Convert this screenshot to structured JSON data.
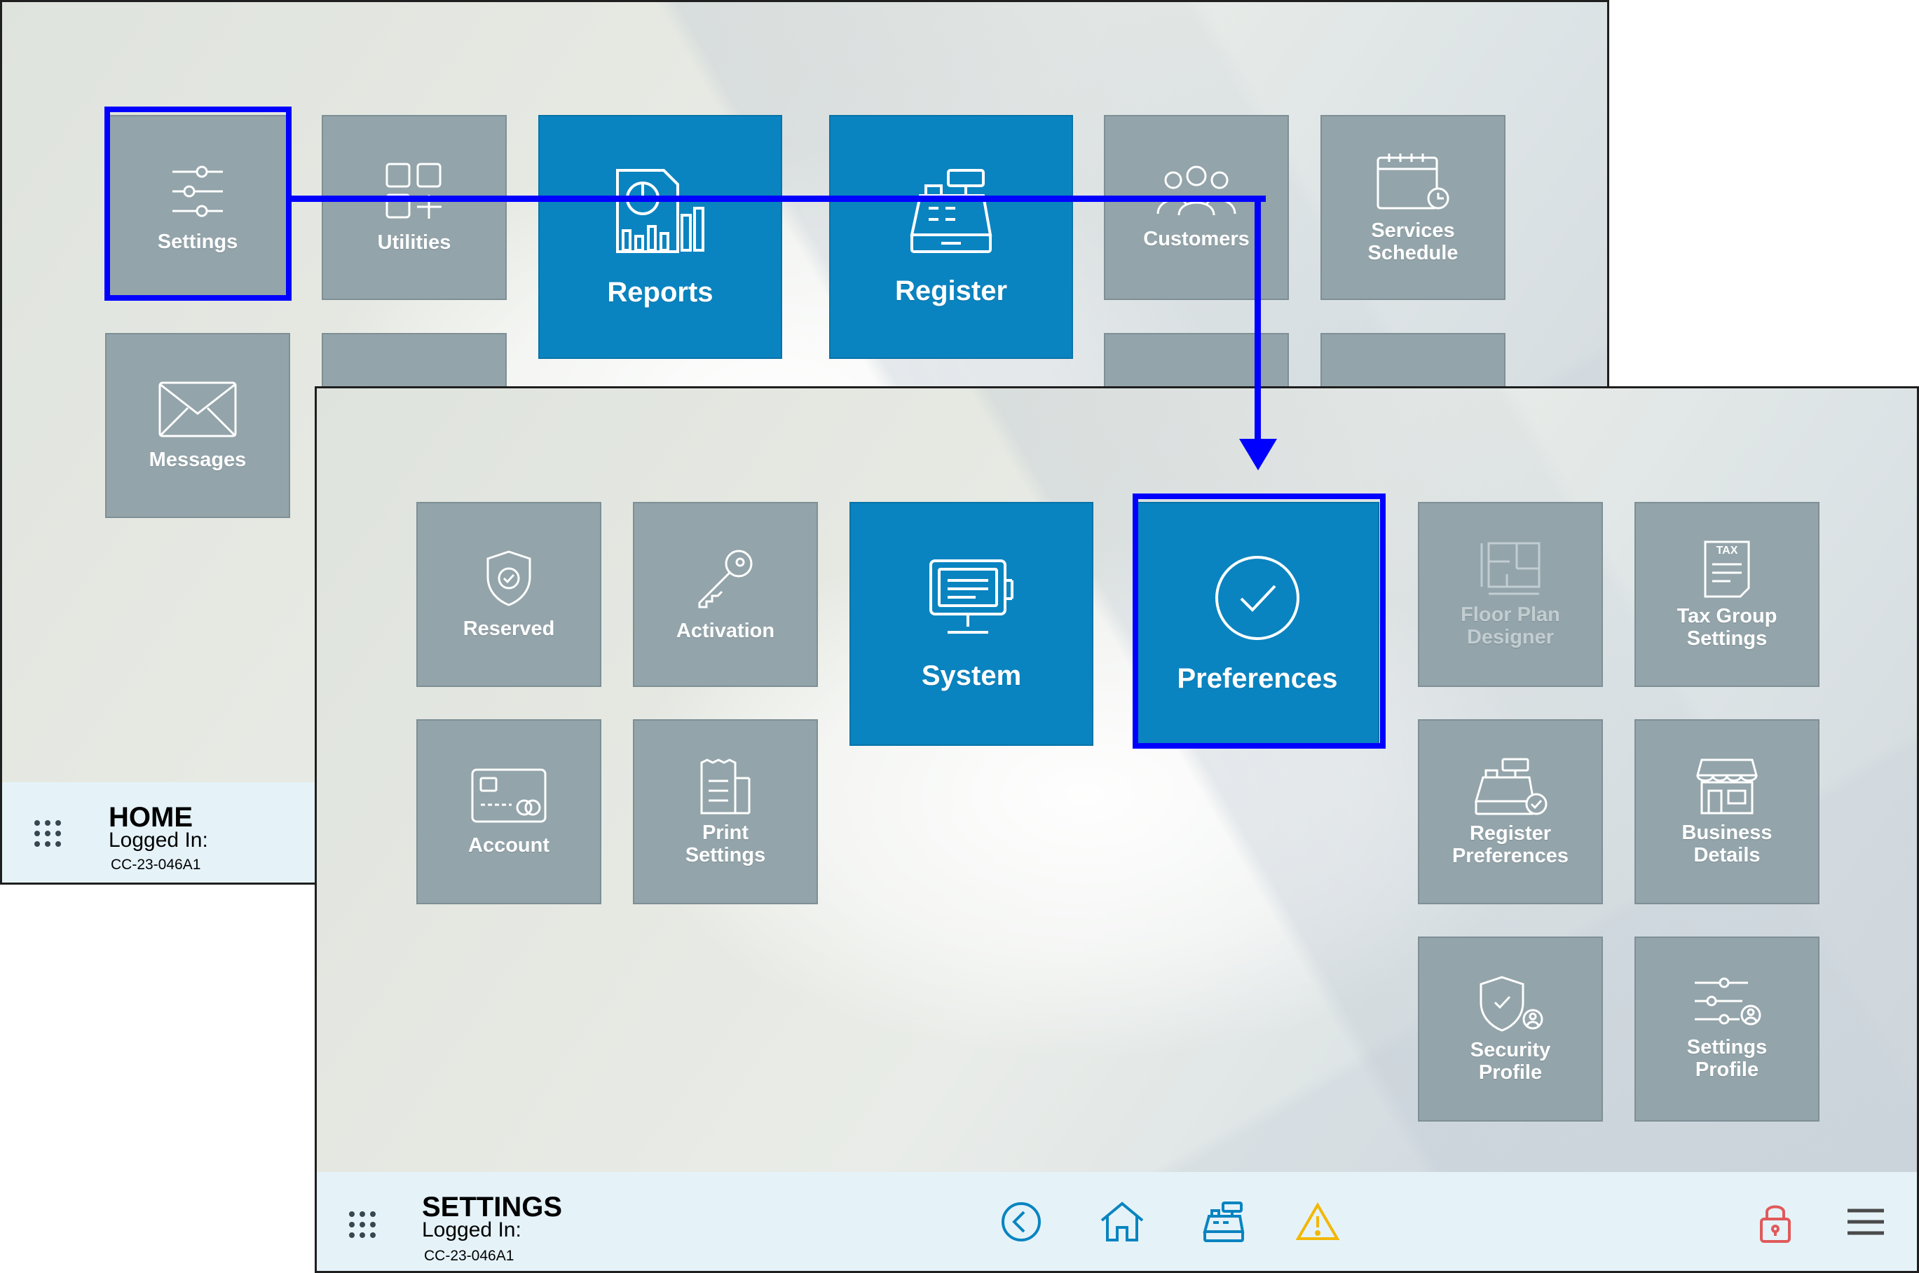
{
  "home": {
    "tiles": {
      "settings": "Settings",
      "utilities": "Utilities",
      "reports": "Reports",
      "register": "Register",
      "customers": "Customers",
      "services_line1": "Services",
      "services_line2": "Schedule",
      "messages": "Messages"
    },
    "footer": {
      "title": "HOME",
      "logged_in_label": "Logged In:",
      "device_id": "CC-23-046A1"
    }
  },
  "settings": {
    "tiles": {
      "reserved": "Reserved",
      "activation": "Activation",
      "system": "System",
      "preferences": "Preferences",
      "floor_plan_line1": "Floor Plan",
      "floor_plan_line2": "Designer",
      "tax_group_line1": "Tax Group",
      "tax_group_line2": "Settings",
      "account": "Account",
      "print_line1": "Print",
      "print_line2": "Settings",
      "register_pref_line1": "Register",
      "register_pref_line2": "Preferences",
      "business_line1": "Business",
      "business_line2": "Details",
      "security_line1": "Security",
      "security_line2": "Profile",
      "settings_profile_line1": "Settings",
      "settings_profile_line2": "Profile"
    },
    "tax_badge": "TAX",
    "footer": {
      "title": "SETTINGS",
      "logged_in_label": "Logged In:",
      "device_id": "CC-23-046A1"
    }
  },
  "colors": {
    "tile_gray": "#93a4aa",
    "tile_blue": "#0a84c0",
    "highlight": "#0000ff",
    "footer_bg": "#e5f3f9",
    "warning": "#f2b705",
    "lock": "#e05a5a"
  },
  "icons": {
    "nav_back": "back-circle-icon",
    "nav_home": "home-icon",
    "nav_register": "cash-register-icon",
    "nav_alert": "warning-icon",
    "lock": "lock-icon",
    "menu": "hamburger-menu-icon"
  }
}
